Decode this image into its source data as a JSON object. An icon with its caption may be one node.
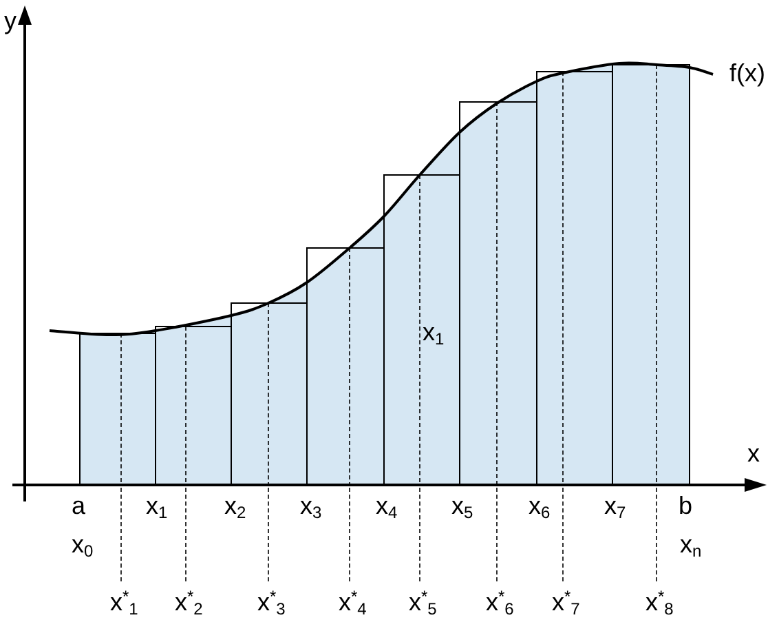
{
  "diagram": {
    "labels": [
      "y",
      "f(x)",
      "x$_{1}$",
      "x",
      "a",
      "x$_{1}$",
      "x$_{2}$",
      "x$_{3}$",
      "x$_{4}$",
      "x$_{5}$",
      "x$_{6}$",
      "x$_{7}$",
      "b",
      "x$_{0}$",
      "x$_{n}$",
      "x$^{*}$$_{1}$",
      "x$^{*}$$_{2}$",
      "x$^{*}$$_{3}$",
      "x$^{*}$$_{4}$",
      "x$^{*}$$_{5}$",
      "x$^{*}$$_{6}$",
      "x$^{*}$$_{7}$",
      "x$^{*}$$_{8}$"
    ]
  }
}
